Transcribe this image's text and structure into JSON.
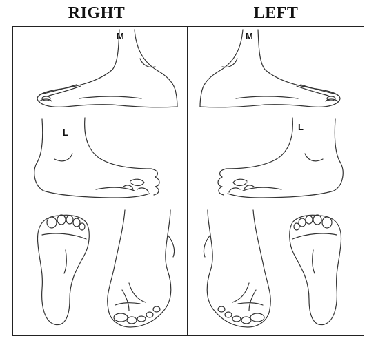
{
  "headers": {
    "right": "RIGHT",
    "left": "LEFT"
  },
  "labels": {
    "medial_right": "M",
    "lateral_right": "L",
    "medial_left": "M",
    "lateral_left": "L"
  }
}
